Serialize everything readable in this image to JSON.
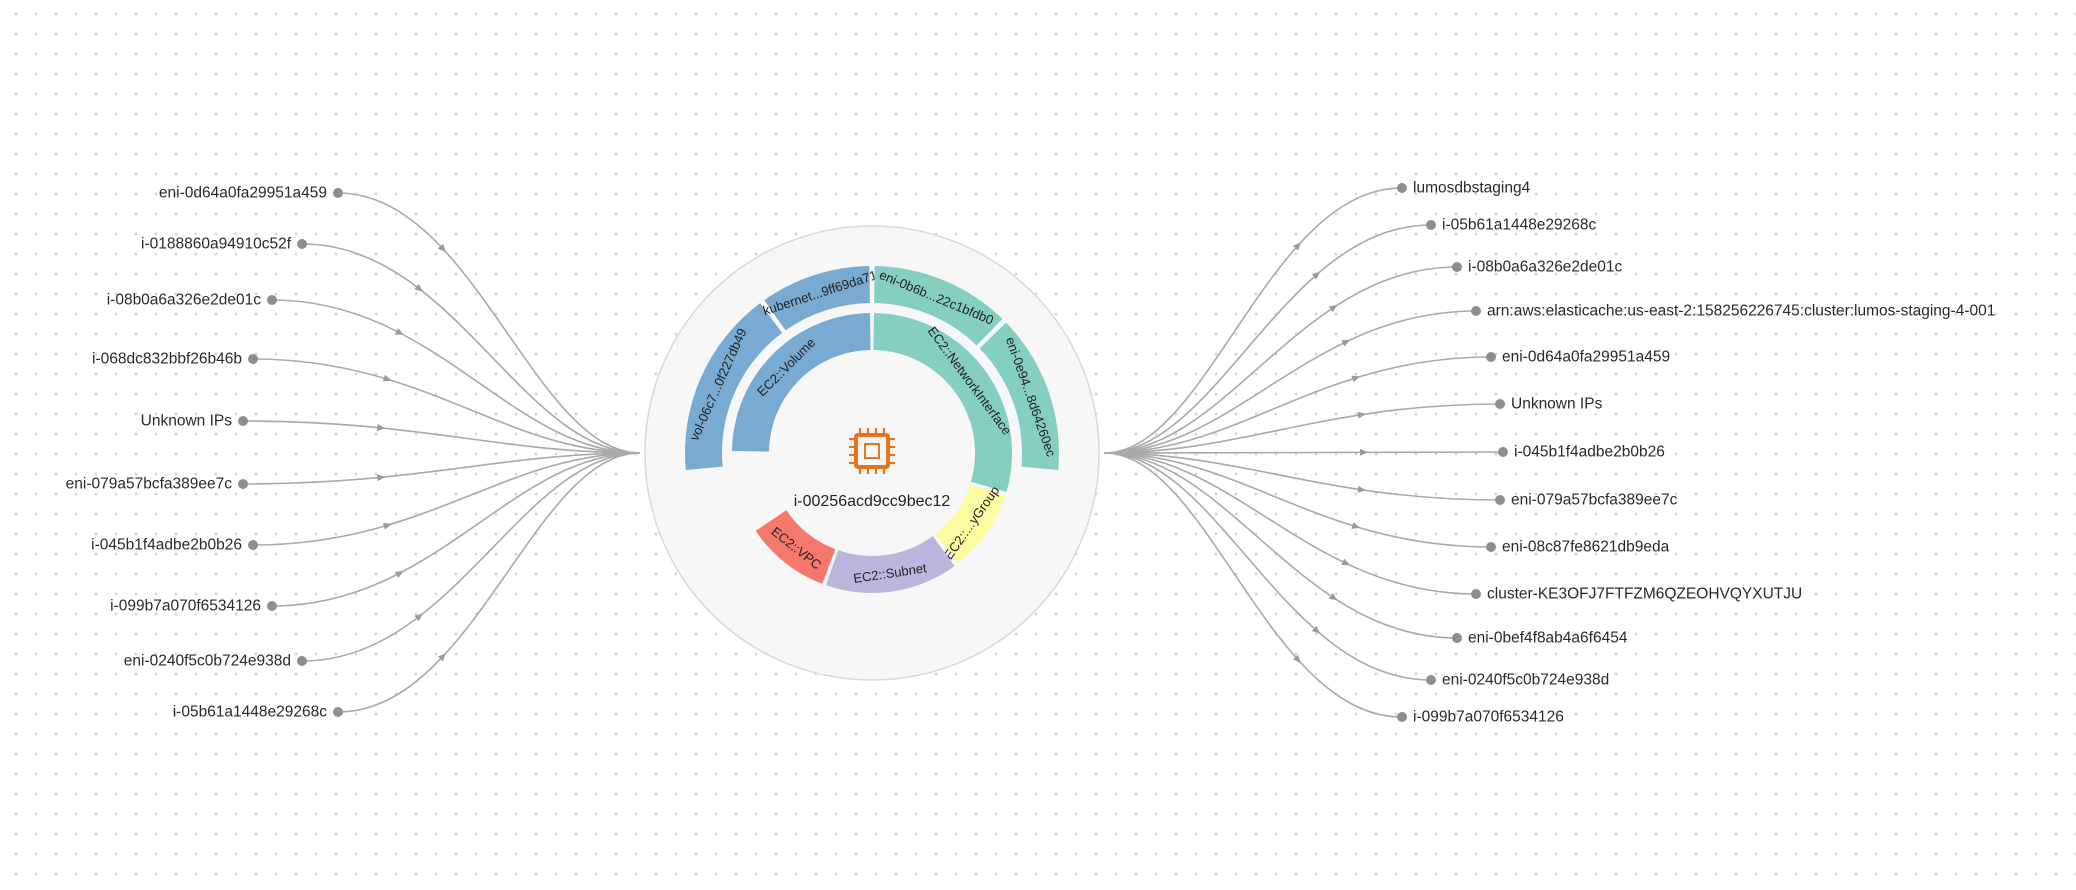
{
  "center": {
    "resource_id": "i-00256acd9cc9bec12",
    "icon": "ec2-instance-chip-icon",
    "accent_color": "#e8731f"
  },
  "inner_ring": [
    {
      "label": "EC2::Volume",
      "color": "#78aad2"
    },
    {
      "label": "EC2::NetworkInterface",
      "color": "#85cfc1"
    },
    {
      "label": "EC2::...yGroup",
      "color": "#fbfba2"
    },
    {
      "label": "EC2::Subnet",
      "color": "#bcb6dc"
    },
    {
      "label": "EC2::VPC",
      "color": "#f6786d"
    }
  ],
  "outer_ring": [
    {
      "label": "vol-06c7...0f227db49",
      "color": "#78aad2"
    },
    {
      "label": "kubernet...9ff69da71",
      "color": "#78aad2"
    },
    {
      "label": "eni-0b6b...22c1bfdb0",
      "color": "#85cfc1"
    },
    {
      "label": "eni-0e94...8d64260ec",
      "color": "#85cfc1"
    }
  ],
  "left_nodes": [
    "eni-0d64a0fa29951a459",
    "i-0188860a94910c52f",
    "i-08b0a6a326e2de01c",
    "i-068dc832bbf26b46b",
    "Unknown IPs",
    "eni-079a57bcfa389ee7c",
    "i-045b1f4adbe2b0b26",
    "i-099b7a070f6534126",
    "eni-0240f5c0b724e938d",
    "i-05b61a1448e29268c"
  ],
  "right_nodes": [
    "lumosdbstaging4",
    "i-05b61a1448e29268c",
    "i-08b0a6a326e2de01c",
    "arn:aws:elasticache:us-east-2:158256226745:cluster:lumos-staging-4-001",
    "eni-0d64a0fa29951a459",
    "Unknown IPs",
    "i-045b1f4adbe2b0b26",
    "eni-079a57bcfa389ee7c",
    "eni-08c87fe8621db9eda",
    "cluster-KE3OFJ7FTFZM6QZEOHVQYXUTJU",
    "eni-0bef4f8ab4a6f6454",
    "eni-0240f5c0b724e938d",
    "i-099b7a070f6534126"
  ],
  "colors": {
    "link": "#a9a9a9",
    "node_dot": "#8e8e8e",
    "center_disc": "#f7f7f7",
    "center_disc_border": "#d9d9d9"
  }
}
